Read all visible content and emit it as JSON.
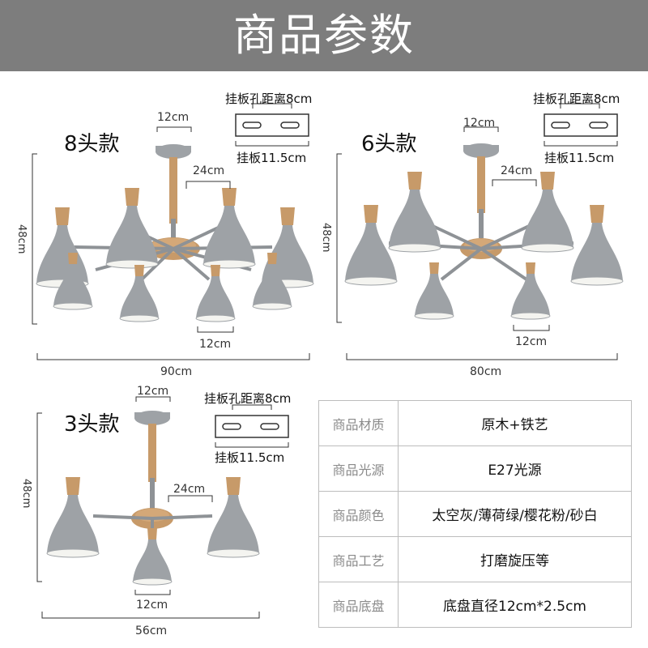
{
  "header": {
    "title": "商品参数"
  },
  "variants": [
    {
      "title": "8头款",
      "hole_distance": "挂板孔距离8cm",
      "plate_width": "挂板11.5cm",
      "canopy": "12cm",
      "arm_span": "24cm",
      "shade": "12cm",
      "height": "48cm",
      "width": "90cm"
    },
    {
      "title": "6头款",
      "hole_distance": "挂板孔距离8cm",
      "plate_width": "挂板11.5cm",
      "canopy": "12cm",
      "arm_span": "24cm",
      "shade": "12cm",
      "height": "48cm",
      "width": "80cm"
    },
    {
      "title": "3头款",
      "hole_distance": "挂板孔距离8cm",
      "plate_width": "挂板11.5cm",
      "canopy": "12cm",
      "arm_span": "24cm",
      "shade": "12cm",
      "height": "48cm",
      "width": "56cm"
    }
  ],
  "specs": [
    {
      "key": "商品材质",
      "value": "原木+铁艺"
    },
    {
      "key": "商品光源",
      "value": "E27光源"
    },
    {
      "key": "商品颜色",
      "value": "太空灰/薄荷绿/樱花粉/砂白"
    },
    {
      "key": "商品工艺",
      "value": "打磨旋压等"
    },
    {
      "key": "商品底盘",
      "value": "底盘直径12cm*2.5cm"
    }
  ],
  "colors": {
    "header_bg": "#7d7d7d",
    "shade": "#9ea2a6",
    "wood": "#c79a69",
    "rod": "#8e9296",
    "shade_inner": "#f4f4f0"
  }
}
